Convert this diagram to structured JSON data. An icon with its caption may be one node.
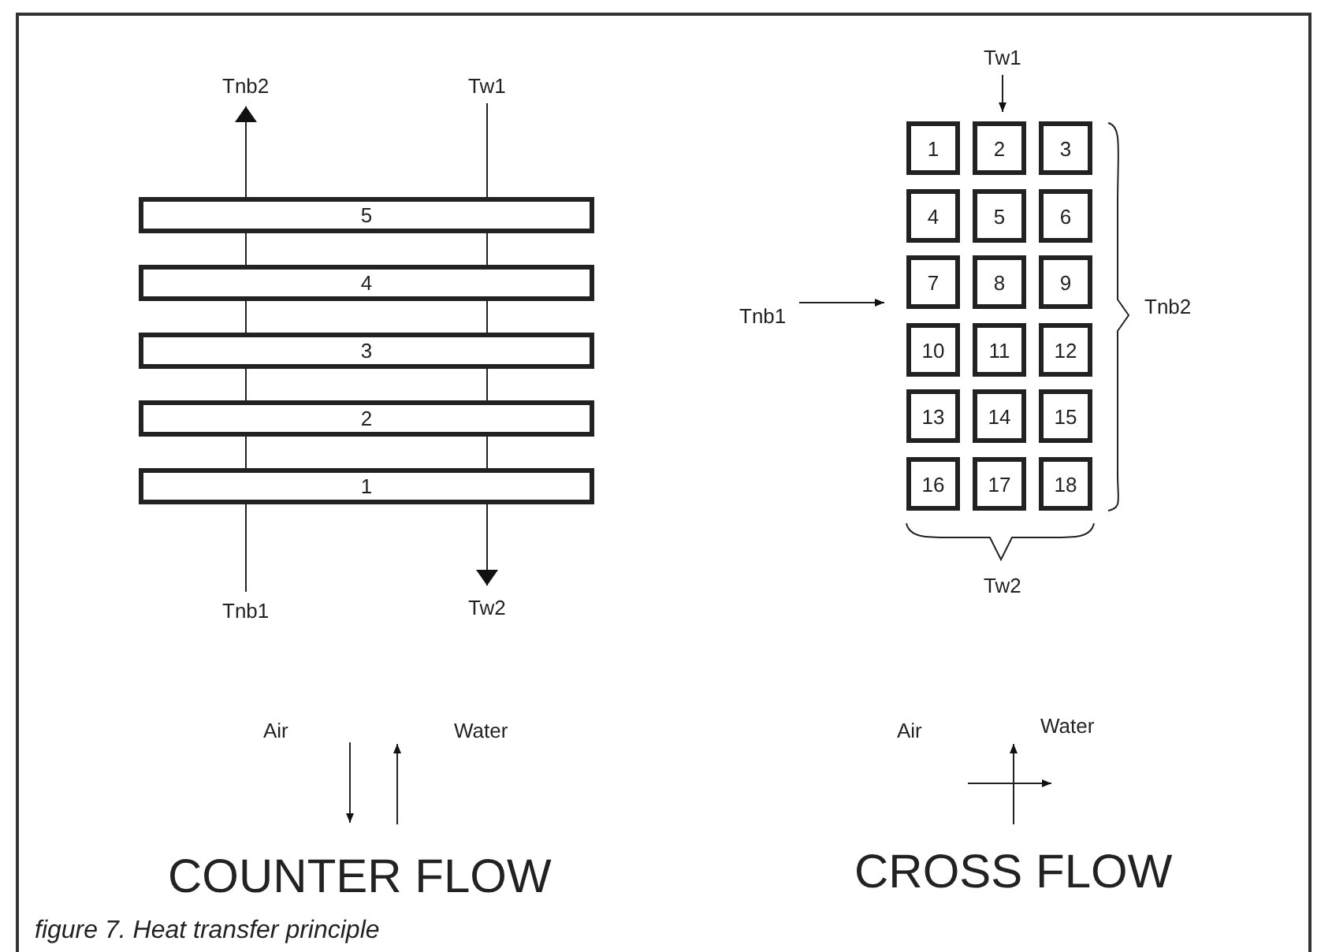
{
  "diagram": {
    "caption": "figure 7. Heat transfer principle",
    "nodes": [
      {
        "text": [
          "Tnb2"
        ]
      },
      {
        "text": [
          "Tw1"
        ]
      },
      {
        "text": [
          "5"
        ]
      },
      {
        "text": [
          "4"
        ]
      },
      {
        "text": [
          "3"
        ]
      },
      {
        "text": [
          "2"
        ]
      },
      {
        "text": [
          "1"
        ]
      },
      {
        "text": [
          "Tnb1"
        ]
      },
      {
        "text": [
          "Tw2"
        ]
      },
      {
        "text": [
          "Tw1"
        ]
      },
      {
        "text": [
          "Tnb1"
        ]
      },
      {
        "text": [
          "1"
        ]
      },
      {
        "text": [
          "2"
        ]
      },
      {
        "text": [
          "3"
        ]
      },
      {
        "text": [
          "4"
        ]
      },
      {
        "text": [
          "5"
        ]
      },
      {
        "text": [
          "6"
        ]
      },
      {
        "text": [
          "7"
        ]
      },
      {
        "text": [
          "8"
        ]
      },
      {
        "text": [
          "9"
        ]
      },
      {
        "text": [
          "10"
        ]
      },
      {
        "text": [
          "11"
        ]
      },
      {
        "text": [
          "12"
        ]
      },
      {
        "text": [
          "13"
        ]
      },
      {
        "text": [
          "14"
        ]
      },
      {
        "text": [
          "15"
        ]
      },
      {
        "text": [
          "16"
        ]
      },
      {
        "text": [
          "17"
        ]
      },
      {
        "text": [
          "18"
        ]
      }
    ],
    "edges": [
      {
        "from": 7,
        "to": 6,
        "arrow": "none"
      },
      {
        "from": 6,
        "to": 5,
        "arrow": "none"
      },
      {
        "from": 5,
        "to": 4,
        "arrow": "none"
      },
      {
        "from": 4,
        "to": 3,
        "arrow": "none"
      },
      {
        "from": 3,
        "to": 2,
        "arrow": "none"
      },
      {
        "from": 2,
        "to": 0,
        "arrow": "to"
      },
      {
        "from": 1,
        "to": 2,
        "arrow": "none"
      },
      {
        "from": 2,
        "to": 3,
        "arrow": "none"
      },
      {
        "from": 3,
        "to": 4,
        "arrow": "none"
      },
      {
        "from": 4,
        "to": 5,
        "arrow": "none"
      },
      {
        "from": 5,
        "to": 6,
        "arrow": "none"
      },
      {
        "from": 6,
        "to": 8,
        "arrow": "to"
      },
      {
        "from": 9,
        "to": 12,
        "arrow": "to"
      },
      {
        "from": 10,
        "to": 17,
        "arrow": "to"
      }
    ],
    "labels": [
      "Tnb2",
      "Tw2",
      "Air",
      "Water",
      "COUNTER FLOW",
      "Water",
      "Air",
      "CROSS FLOW"
    ]
  }
}
